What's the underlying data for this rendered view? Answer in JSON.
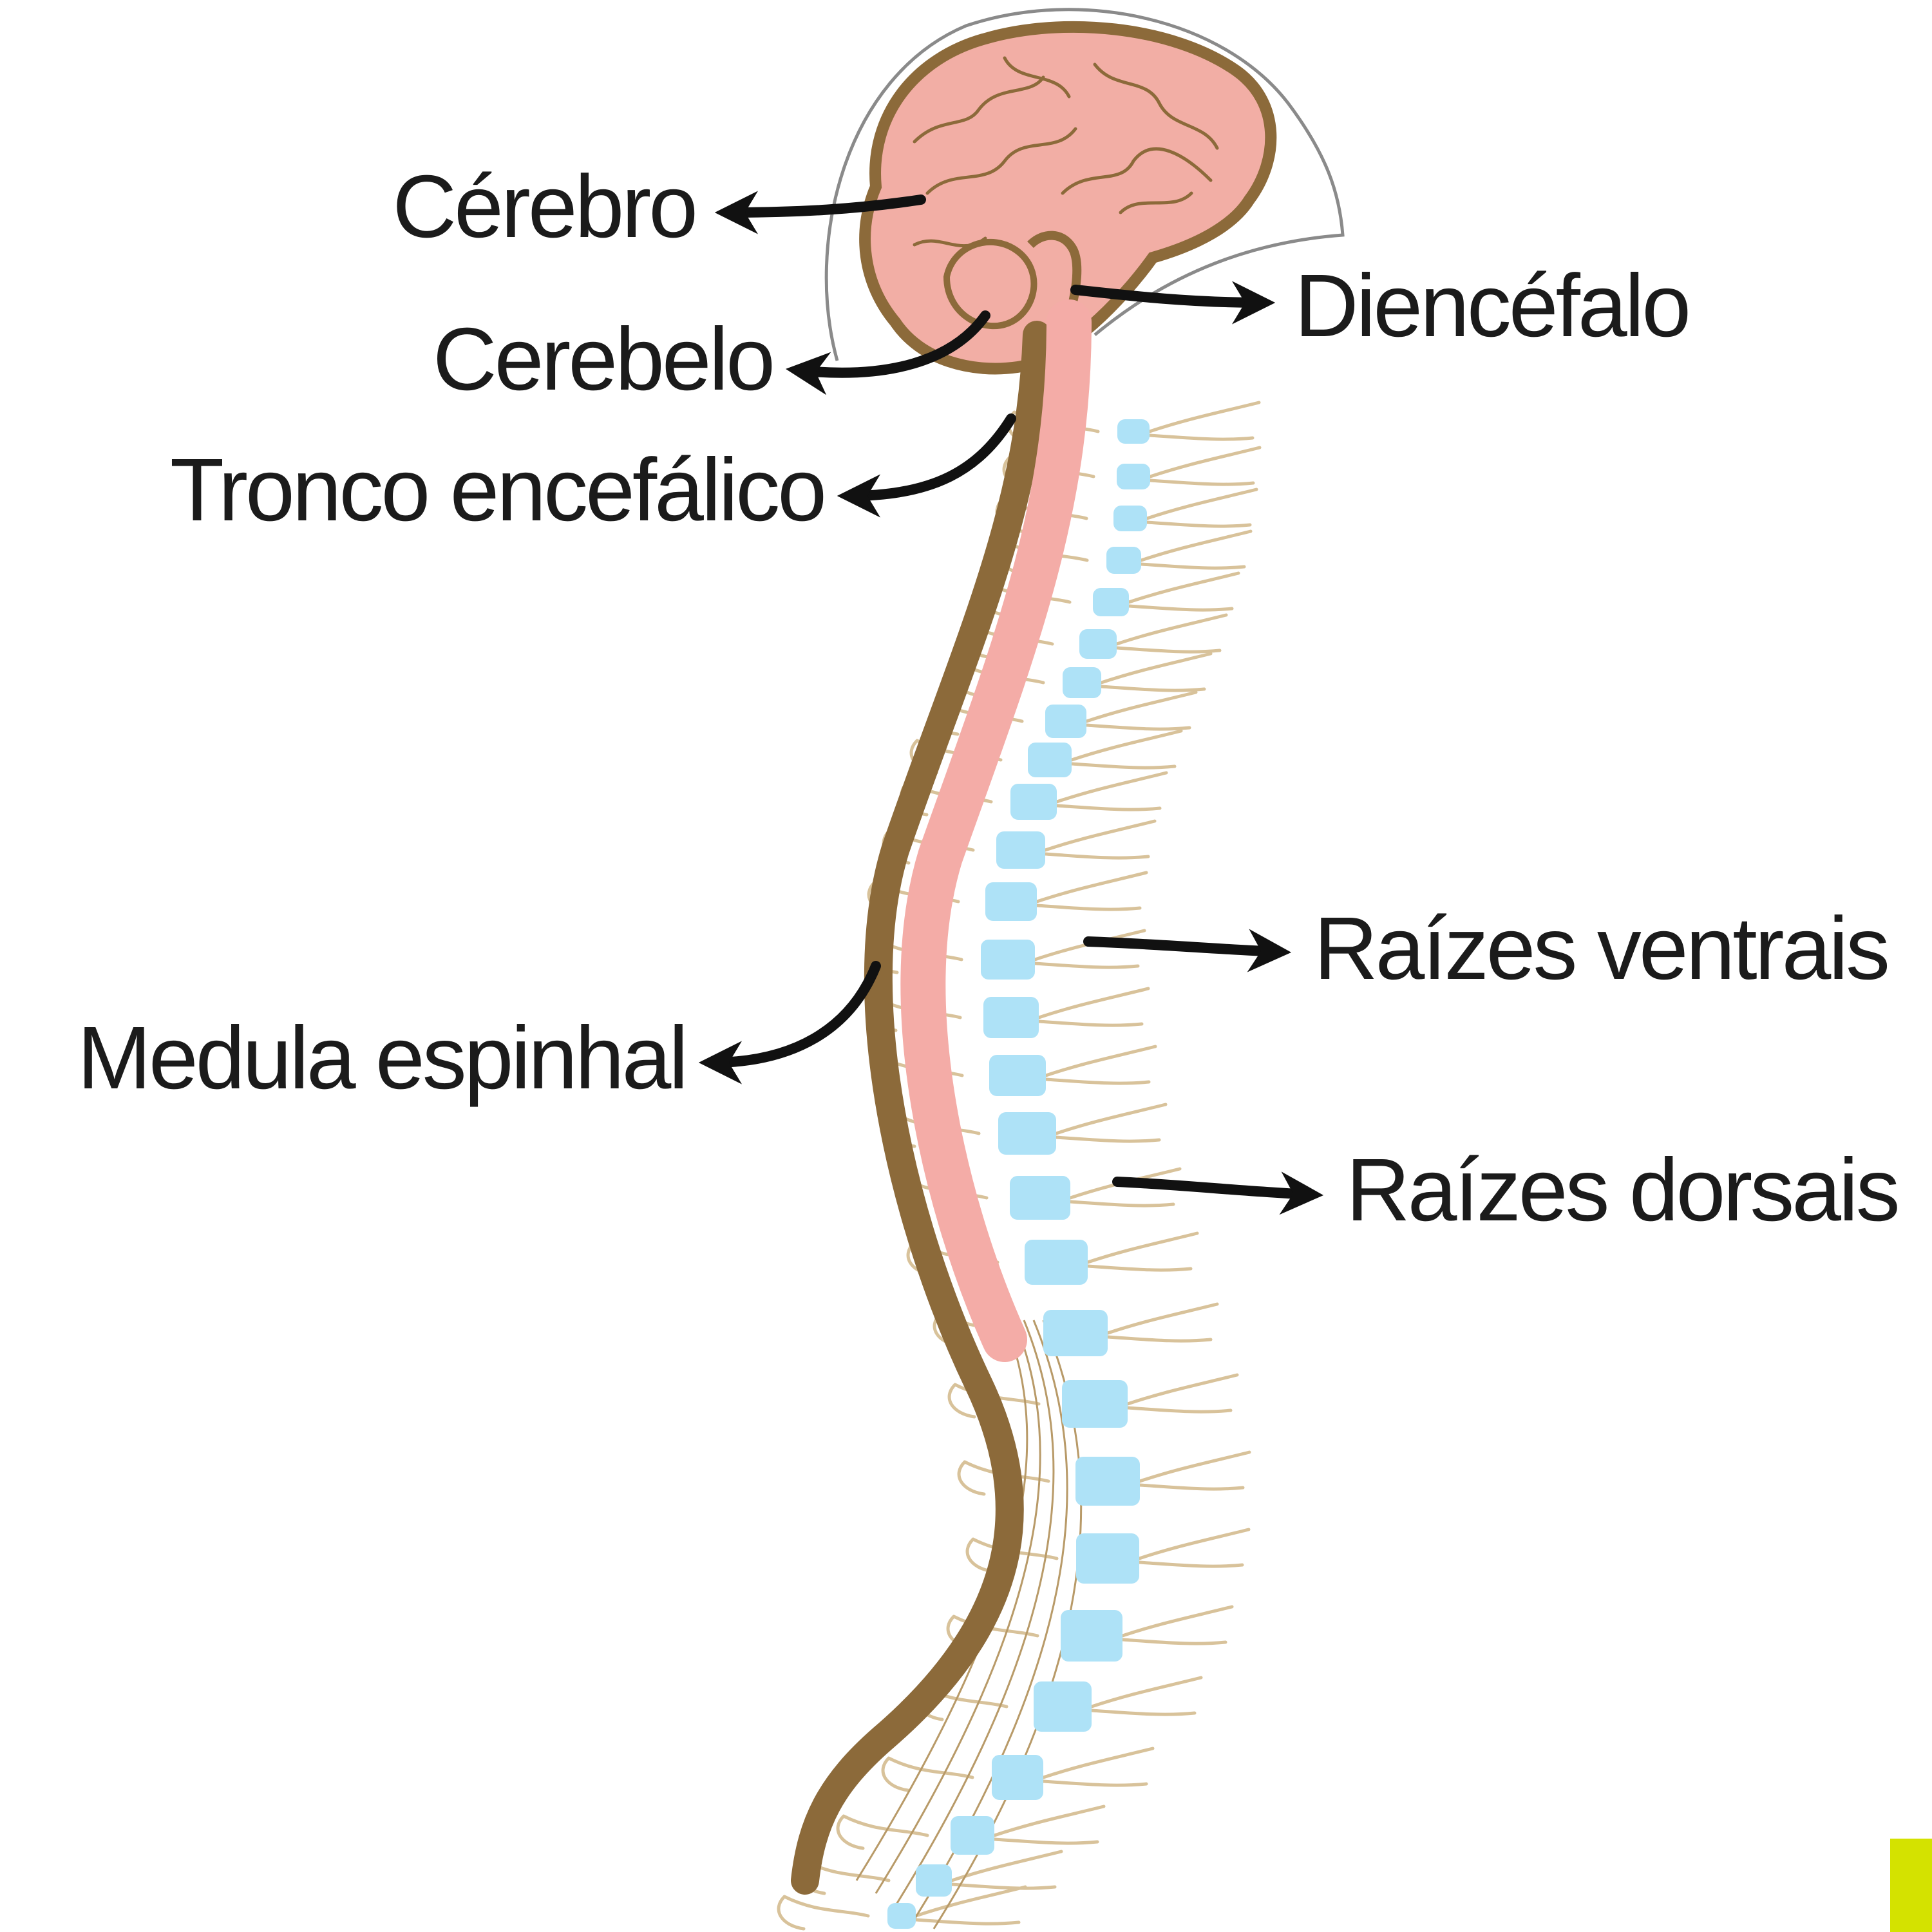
{
  "labels": {
    "cerebro": "Cérebro",
    "cerebelo": "Cerebelo",
    "tronco": "Tronco encefálico",
    "medula": "Medula espinhal",
    "diencefalo": "Diencéfalo",
    "raizes_ventrais": "Raízes ventrais",
    "raizes_dorsais": "Raízes dorsais"
  },
  "colors": {
    "brain": "#f2aea5",
    "outline": "#8c6a3a",
    "cord": "#f4aca7",
    "vertebra": "#aee2f7",
    "nerve": "#d8c29a",
    "arrow": "#111111",
    "accent": "#d4e200"
  }
}
